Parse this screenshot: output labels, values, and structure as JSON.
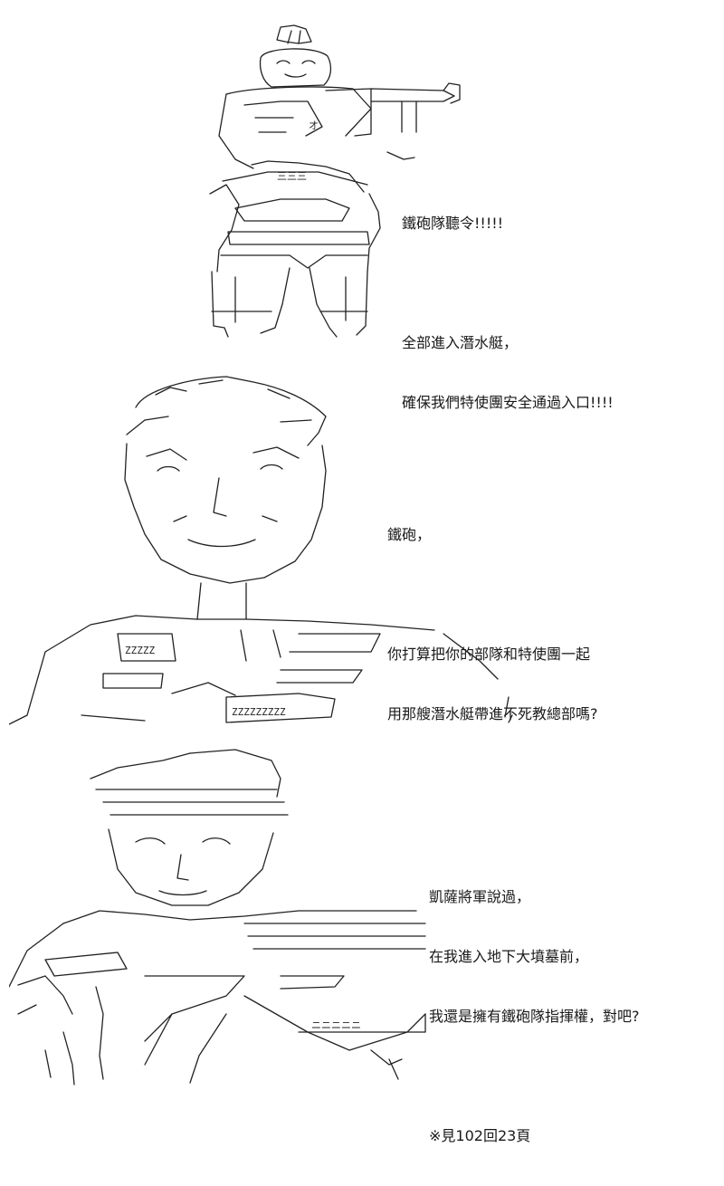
{
  "panels": [
    {
      "dialogue": [
        "鐵砲隊聽令!!!!!",
        "",
        "全部進入潛水艇，",
        "確保我們特使團安全通過入口!!!!"
      ]
    },
    {
      "dialogue": [
        "鐵砲，",
        "",
        "你打算把你的部隊和特使團一起",
        "用那艘潛水艇帶進不死教總部嗎?"
      ]
    },
    {
      "dialogue": [
        "凱薩將軍說過，",
        "在我進入地下大墳墓前，",
        "我還是擁有鐵砲隊指揮權，對吧?",
        "",
        "※見102回23頁"
      ]
    }
  ],
  "art_labels": {
    "panel1_badge": "オ",
    "panel1_belt": "三三三",
    "panel2_shirt": "ZZZZZ",
    "panel2_sleeve": "ZZZZZZZZZ",
    "panel3_arm": "ニニニニニ"
  }
}
